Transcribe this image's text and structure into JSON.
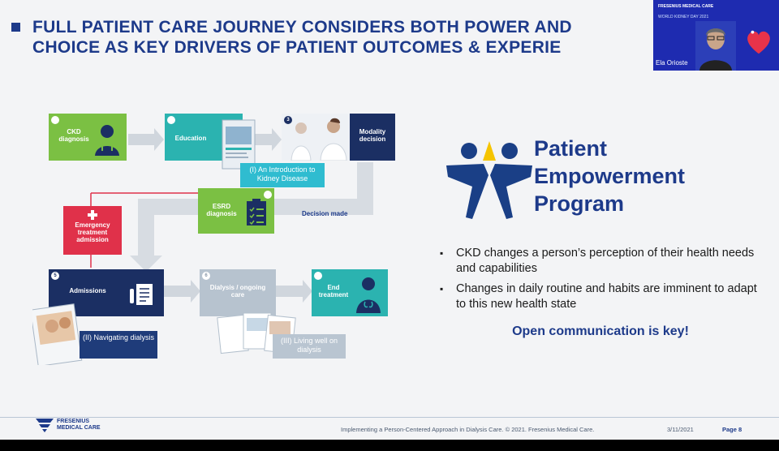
{
  "slide": {
    "title_line1": "FULL PATIENT CARE JOURNEY CONSIDERS BOTH POWER AND",
    "title_line2": "CHOICE AS KEY DRIVERS OF PATIENT OUTCOMES & EXPERIE"
  },
  "webcam": {
    "logo_text": "FRESENIUS MEDICAL CARE",
    "event_text": "WORLD KIDNEY DAY 2021",
    "presenter_name": "Ela Orioste"
  },
  "journey": {
    "steps": [
      {
        "num": "1",
        "label": "CKD diagnosis"
      },
      {
        "num": "2",
        "label": "Education"
      },
      {
        "num": "3",
        "label": "Modality decision"
      },
      {
        "num": "4",
        "label": "ESRD diagnosis"
      },
      {
        "num": "5",
        "label": "Admissions"
      },
      {
        "num": "6",
        "label": "Dialysis / ongoing care"
      },
      {
        "num": "7",
        "label": "End treatment"
      }
    ],
    "emergency_label": "Emergency treatment admission",
    "decision_made": "Decision made",
    "captions": {
      "c1": "(I) An Introduction to Kidney Disease",
      "c2": "(II) Navigating dialysis",
      "c3": "(III) Living well on dialysis"
    }
  },
  "program": {
    "line1": "Patient",
    "line2": "Empowerment",
    "line3": "Program",
    "bullet1": "CKD changes a person’s perception of their health needs and capabilities",
    "bullet2": "Changes in daily routine and habits are imminent to adapt to this new health state",
    "key_message": "Open communication is key!"
  },
  "footer": {
    "brand_line1": "FRESENIUS",
    "brand_line2": "MEDICAL CARE",
    "text": "Implementing a Person-Centered Approach in Dialysis Care. © 2021. Fresenius Medical Care.",
    "date": "3/11/2021",
    "page": "Page 8"
  },
  "colors": {
    "brand_blue": "#1d3a8a",
    "step_green": "#7bc043",
    "step_teal": "#2bb3b0",
    "step_navy": "#1b2f63",
    "emergency_red": "#e0314a",
    "step_grey": "#b7c3cf",
    "logo_yellow": "#f5c400"
  }
}
